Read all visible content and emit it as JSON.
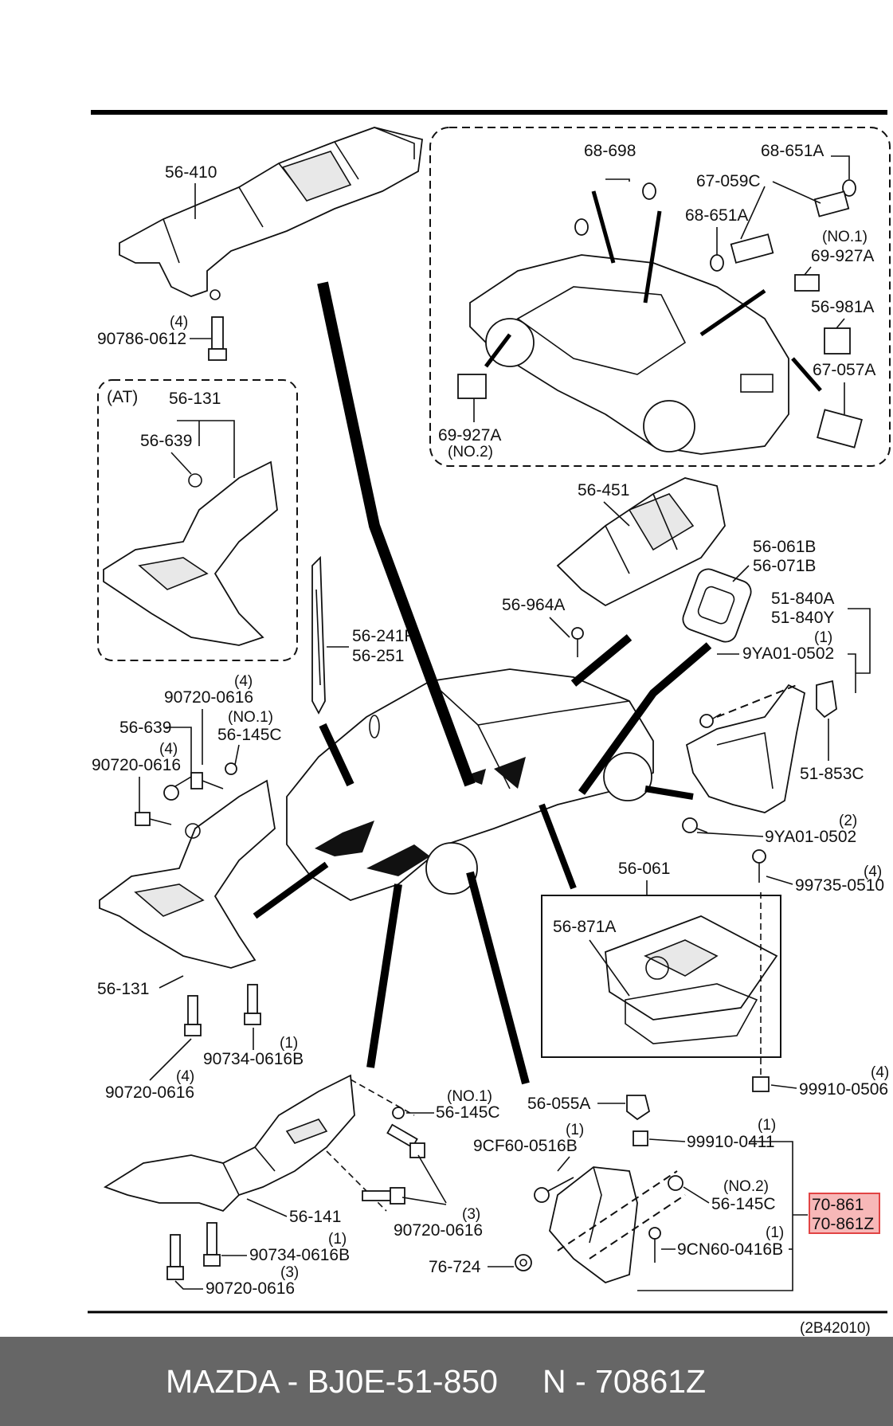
{
  "diagram_code": "(2B42010)",
  "labels": {
    "l_56_410": "56-410",
    "l_90786_0612": "90786-0612",
    "l_90786_qty": "(4)",
    "at_title": "(AT)",
    "l_56_131_at": "56-131",
    "l_56_639_at": "56-639",
    "l_56_241r": "56-241R",
    "l_56_251": "56-251",
    "l_68_698": "68-698",
    "l_68_651a_1": "68-651A",
    "l_67_059c": "67-059C",
    "l_68_651a_2": "68-651A",
    "l_no1_a": "(NO.1)",
    "l_69_927a_1": "69-927A",
    "l_56_981a": "56-981A",
    "l_67_057a": "67-057A",
    "l_69_927a_2": "69-927A",
    "l_no2_a": "(NO.2)",
    "l_56_451": "56-451",
    "l_56_061b": "56-061B",
    "l_56_071b": "56-071B",
    "l_56_964a": "56-964A",
    "l_51_840a": "51-840A",
    "l_51_840y": "51-840Y",
    "l_qty1_a": "(1)",
    "l_9ya01_0502_1": "9YA01-0502",
    "l_51_853c": "51-853C",
    "l_qty2_a": "(2)",
    "l_9ya01_0502_2": "9YA01-0502",
    "l_qty4_90720_a": "(4)",
    "l_90720_0616_a": "90720-0616",
    "l_no1_b": "(NO.1)",
    "l_56_145c_a": "56-145C",
    "l_56_639_b": "56-639",
    "l_qty4_b": "(4)",
    "l_90720_0616_b": "90720-0616",
    "l_56_131": "56-131",
    "l_qty1_b": "(1)",
    "l_90734_0616b_a": "90734-0616B",
    "l_qty4_c": "(4)",
    "l_90720_0616_c": "90720-0616",
    "l_qty4_d": "(4)",
    "l_99735_0510": "99735-0510",
    "l_56_061": "56-061",
    "l_56_871a": "56-871A",
    "l_qty4_e": "(4)",
    "l_99910_0506": "99910-0506",
    "l_no1_c": "(NO.1)",
    "l_56_145c_b": "56-145C",
    "l_56_055a": "56-055A",
    "l_qty1_c": "(1)",
    "l_9cf60_0516b": "9CF60-0516B",
    "l_qty1_d": "(1)",
    "l_99910_0411": "99910-0411",
    "l_no2_b": "(NO.2)",
    "l_56_145c_c": "56-145C",
    "l_70_861": "70-861",
    "l_70_861z": "70-861Z",
    "l_qty1_e": "(1)",
    "l_9cn60_0416b": "9CN60-0416B",
    "l_76_724": "76-724",
    "l_56_141": "56-141",
    "l_qty3_a": "(3)",
    "l_90720_0616_d": "90720-0616",
    "l_qty1_f": "(1)",
    "l_90734_0616b_b": "90734-0616B",
    "l_qty3_b": "(3)",
    "l_90720_0616_e": "90720-0616"
  },
  "footer": {
    "brand_part": "MAZDA - BJ0E-51-850",
    "aftermarket": "N - 70861Z"
  },
  "colors": {
    "highlight_border": "#e03a3a",
    "highlight_fill": "#f7b5b5",
    "footer_bg": "#666666",
    "footer_text": "#ffffff"
  }
}
